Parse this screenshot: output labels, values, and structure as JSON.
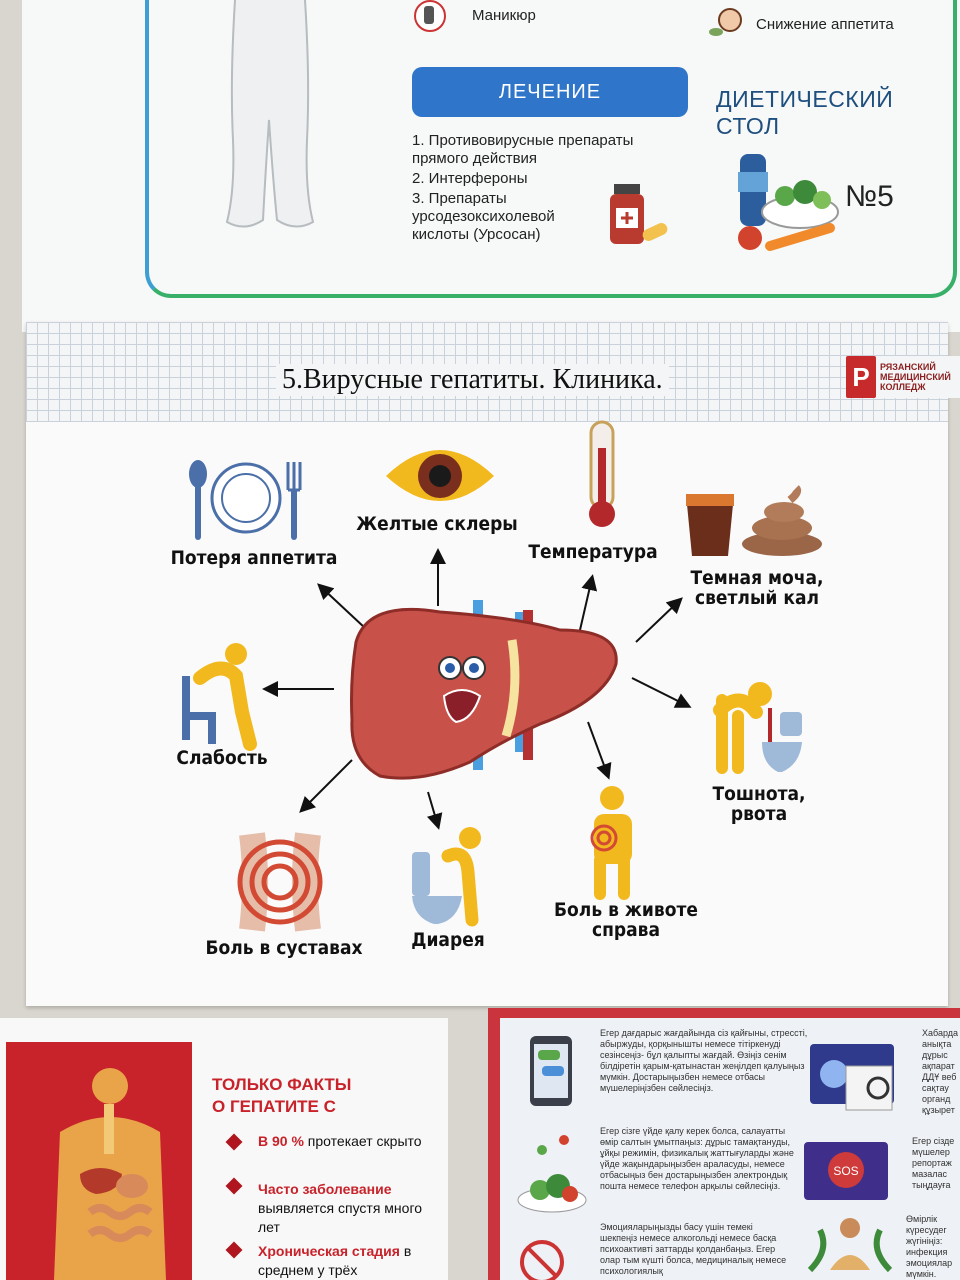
{
  "top_poster": {
    "symptoms": [
      {
        "label": "Маникюр",
        "icon": "manicure-icon"
      },
      {
        "label": "Снижение аппетита",
        "icon": "face-food-icon"
      }
    ],
    "treatment_button": "ЛЕЧЕНИЕ",
    "diet_title": "ДИЕТИЧЕСКИЙ СТОЛ",
    "treatments": [
      "1. Противовирусные препараты прямого действия",
      "2. Интерфероны",
      "3. Препараты урсодезоксихолевой кислоты (Урсосан)"
    ],
    "diet_number": "№5"
  },
  "main_poster": {
    "title": "5.Вирусные  гепатиты. Клиника.",
    "college_logo_letter": "Р",
    "college_name": "РЯЗАНСКИЙ МЕДИЦИНСКИЙ КОЛЛЕДЖ",
    "symptoms": {
      "appetite": "Потеря аппетита",
      "sclera": "Желтые склеры",
      "temperature": "Температура",
      "urine_1": "Темная моча,",
      "urine_2": "светлый кал",
      "weakness": "Слабость",
      "nausea_1": "Тошнота,",
      "nausea_2": "рвота",
      "joints": "Боль в суставах",
      "diarrhea": "Диарея",
      "belly_1": "Боль в животе",
      "belly_2": "справа"
    },
    "colors": {
      "liver": "#c8514a",
      "icon_yellow": "#f2b91f",
      "icon_blue": "#4b6fa8"
    }
  },
  "left_bottom_poster": {
    "title_1": "ТОЛЬКО ФАКТЫ",
    "title_2": "О ГЕПАТИТЕ С",
    "facts": [
      {
        "bold": "В 90 %",
        "text": " протекает скрыто"
      },
      {
        "bold": "Часто заболевание",
        "text": " выявляется спустя много лет"
      },
      {
        "bold": "Хроническая стадия",
        "text": " в среднем у трёх"
      }
    ]
  },
  "right_bottom_poster": {
    "paragraphs": [
      "Егер дағдарыс жағдайында сіз қайғыны, стрессті, абыржуды, қорқынышты немесе тітіркенуді сезінсеңіз- бұл қалыпты жағдай. Өзіңіз сенім білдіретін қарым-қатынастан жеңілдеп қалуыңыз мүмкін. Достарыңызбен немесе отбасы мүшелеріңізбен сөйлесіңіз.",
      "Егер сізге үйде қалу керек болса, салауатты өмір салтын ұмытпаңыз: дұрыс тамақтануды, ұйқы режимін, физикалық жаттығуларды және үйде жақындарыңызбен араласуды, немесе отбасыңыз бен достарыңызбен электрондық пошта немесе телефон арқылы сөйлесіңіз.",
      "Эмоцияларыңызды басу үшін темекі шекпеңіз немесе алкогольді немесе басқа психоактивті заттарды қолданбаңыз. Егер олар тым күшті болса, медициналық немесе психологиялық"
    ],
    "side_texts": [
      "Хабарда анықта дұрыс ақпарат ДДҰ веб сақтау органд құзырет",
      "Егер сізде мүшелер репортаж мазалас тыңдауға",
      "Өмірлік күресудег жүгініңіз: инфекция эмоциялар мүмкін."
    ],
    "sos": "SOS"
  }
}
